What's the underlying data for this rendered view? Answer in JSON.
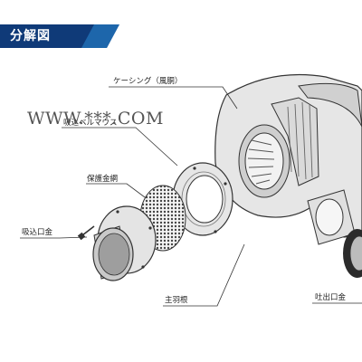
{
  "title": "分解図",
  "watermark": "WWW.***.COM",
  "labels": {
    "casing": "ケーシング（風胴）",
    "bellmouth": "吸込ベルマウス",
    "guard": "保護金網",
    "inlet": "吸込口金",
    "impeller": "主羽根",
    "outlet": "吐出口金"
  },
  "colors": {
    "title_bg": "#0f3a78",
    "title_accent": "#2a8ad6",
    "part_fill": "#e6e6e6",
    "part_dark": "#bdbdbd",
    "outline": "#333333"
  }
}
